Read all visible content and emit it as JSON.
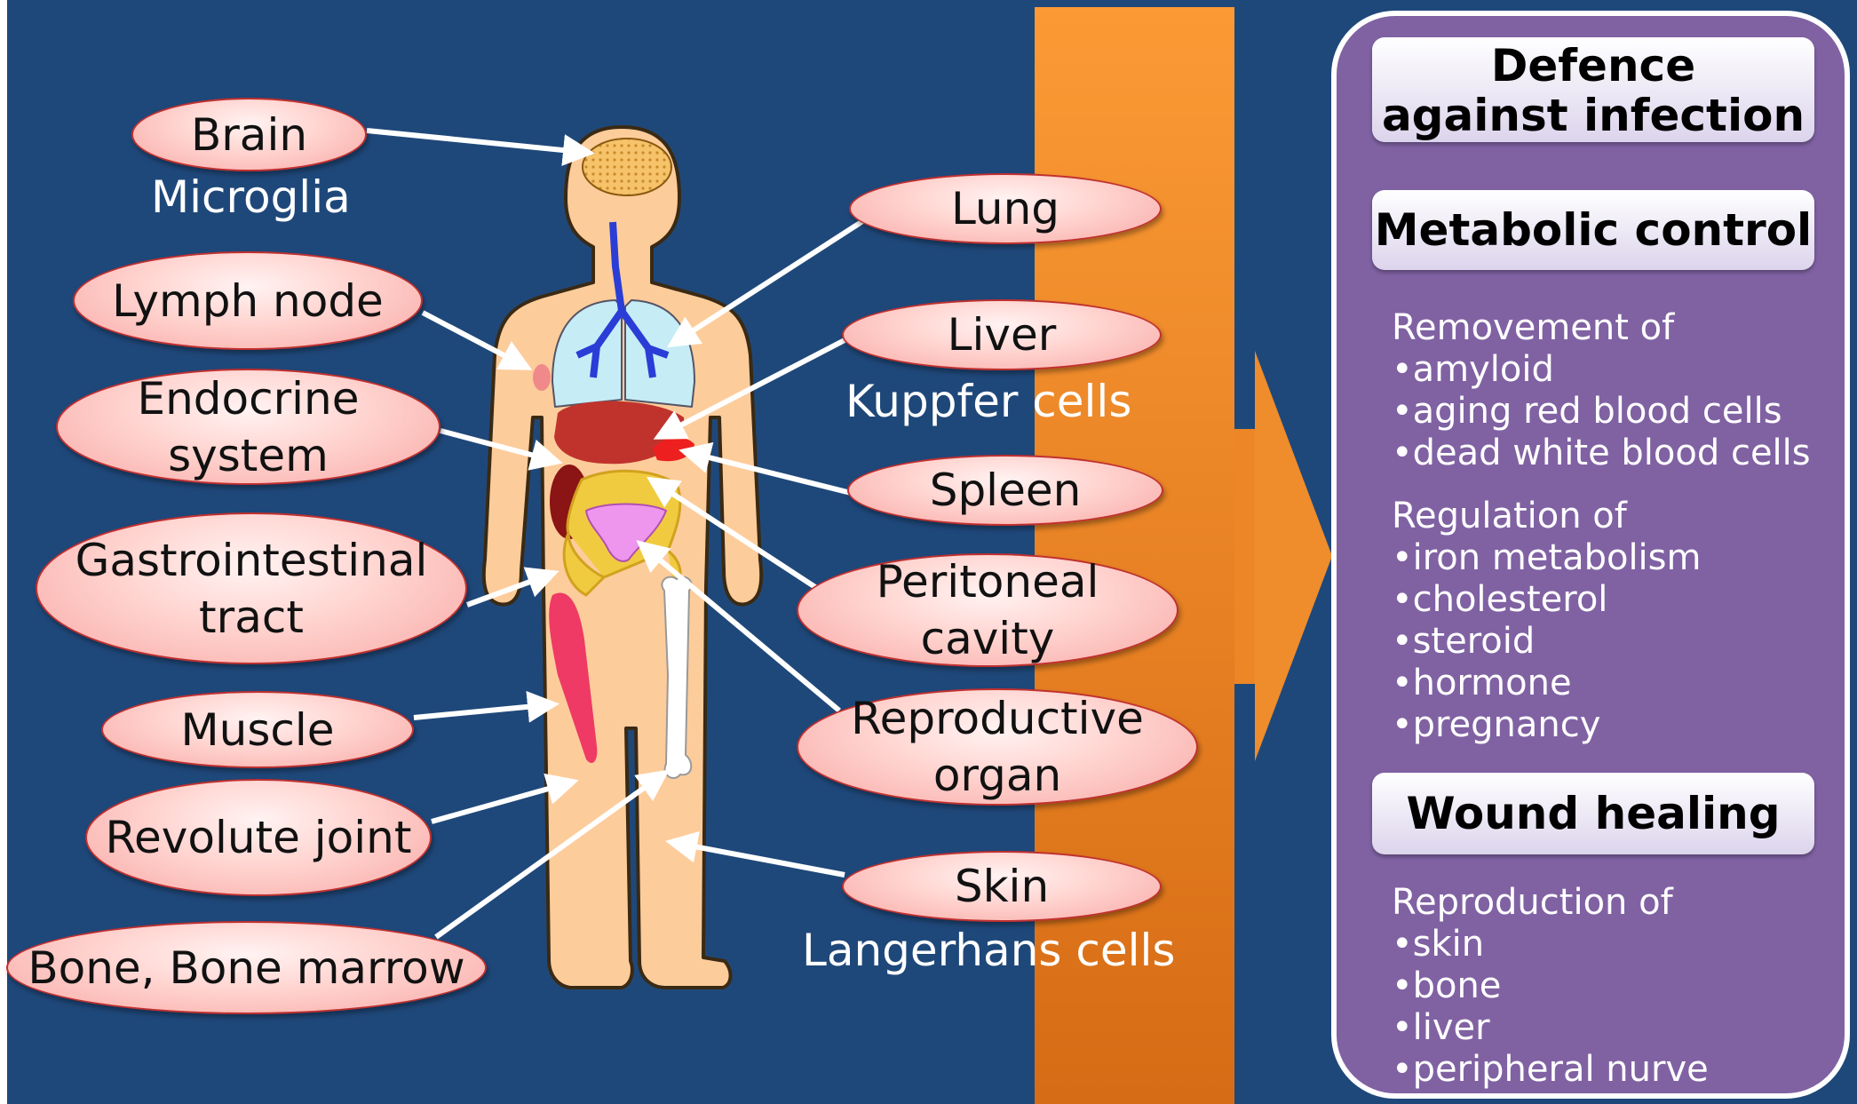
{
  "organs": {
    "brain": "Brain",
    "brain_cells": "Microglia",
    "lymph_node": "Lymph node",
    "endocrine": [
      "Endocrine",
      "system"
    ],
    "gastrointestinal": [
      "Gastrointestinal",
      "tract"
    ],
    "muscle": "Muscle",
    "revolute_joint": "Revolute joint",
    "bone": "Bone, Bone marrow",
    "lung": "Lung",
    "liver": "Liver",
    "liver_cells": "Kuppfer cells",
    "spleen": "Spleen",
    "peritoneal": [
      "Peritoneal",
      "cavity"
    ],
    "reproductive": [
      "Reproductive",
      "organ"
    ],
    "skin": "Skin",
    "skin_cells": "Langerhans cells"
  },
  "functions": {
    "defence": [
      "Defence",
      "against infection"
    ],
    "metabolic_title": "Metabolic control",
    "removement_heading": "Removement of",
    "removement_items": [
      "amyloid",
      "aging red blood cells",
      "dead white blood cells"
    ],
    "regulation_heading": "Regulation of",
    "regulation_items": [
      "iron metabolism",
      "cholesterol",
      "steroid",
      "hormone",
      "pregnancy"
    ],
    "wound_title": "Wound healing",
    "reproduction_heading": "Reproduction of",
    "reproduction_items": [
      "skin",
      "bone",
      "liver",
      "peripheral nurve"
    ]
  },
  "colors": {
    "background": "#1f487a",
    "panel": "#8062a3",
    "arrow": "#f18f2c",
    "ellipse_fill": "#ffd3cf",
    "skin": "#fdcc9b"
  }
}
